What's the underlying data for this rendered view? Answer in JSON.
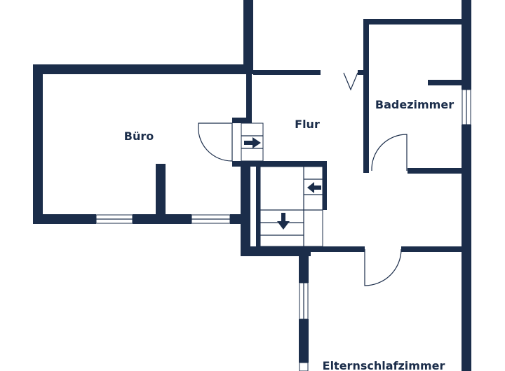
{
  "rooms": {
    "buero": "Büro",
    "flur": "Flur",
    "badezimmer": "Badezimmer",
    "elternschlafzimmer": "Elternschlafzimmer"
  },
  "colors": {
    "wall": "#1b2d4a",
    "background": "#ffffff"
  },
  "icons": [
    "arrow-right-icon",
    "arrow-left-icon",
    "arrow-down-icon"
  ]
}
